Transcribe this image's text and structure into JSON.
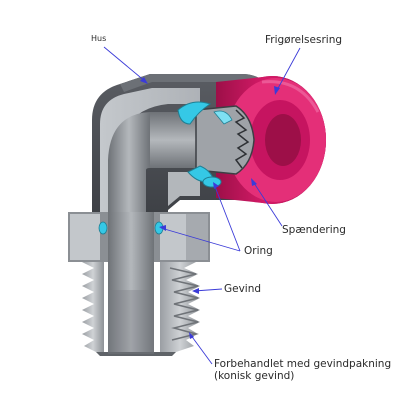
{
  "labels": {
    "hus": "Hus",
    "frigoerelsesring": "Frigørelsesring",
    "spaendering": "Spændering",
    "oring": "Oring",
    "gevind": "Gevind",
    "forbehandlet_line1": "Forbehandlet med gevindpakning",
    "forbehandlet_line2": "(konisk gevind)"
  },
  "colors": {
    "body_dark": "#4a4d52",
    "body_mid": "#7d8187",
    "cut_face": "#b9bdc1",
    "bore": "#9ea2a6",
    "release_ring": "#c8175e",
    "release_ring_light": "#ea3c82",
    "release_ring_face": "#9d0f48",
    "seal": "#35c8e6",
    "leader_line": "#3b3bd8",
    "text": "#2a2a2a"
  }
}
